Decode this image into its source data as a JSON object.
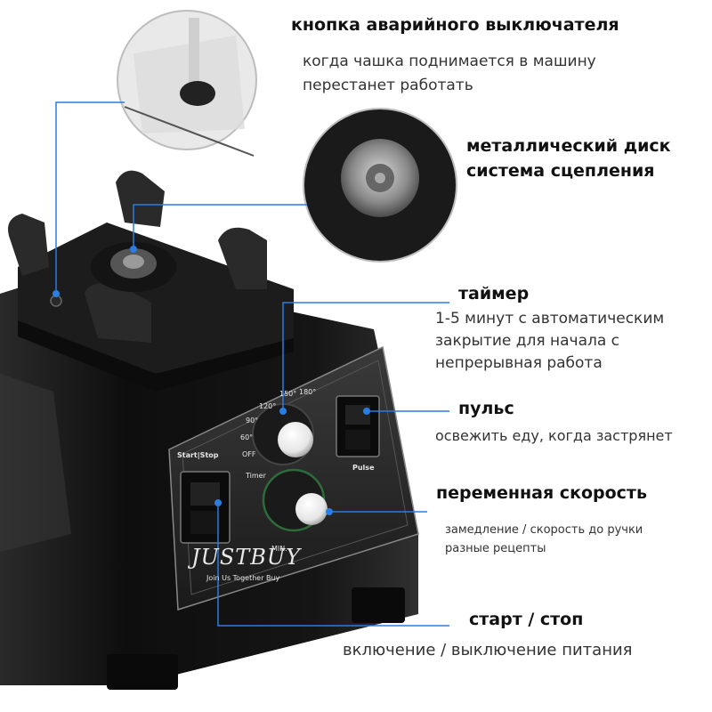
{
  "callouts": {
    "emergency_switch": {
      "title": "кнопка аварийного выключателя",
      "desc_line1": "когда чашка поднимается в машину",
      "desc_line2": "перестанет работать"
    },
    "metal_disc": {
      "title_line1": "металлический диск",
      "title_line2": "система сцепления"
    },
    "timer": {
      "title": "таймер",
      "desc_line1": "1-5 минут с автоматическим",
      "desc_line2": "закрытие для начала с",
      "desc_line3": "непрерывная работа"
    },
    "pulse": {
      "title": "пульс",
      "desc": "освежить еду, когда застрянет"
    },
    "variable_speed": {
      "title": "переменная скорость",
      "desc_line1": "замедление / скорость до ручки",
      "desc_line2": "разные рецепты"
    },
    "start_stop": {
      "title": "старт / стоп",
      "desc": "включение / выключение питания"
    }
  },
  "panel": {
    "brand": "JUSTBUY",
    "tagline": "Join Us Together Buy",
    "start_stop_label": "Start|Stop",
    "pulse_label": "Pulse",
    "timer_label": "Timer",
    "off_label": "OFF",
    "min_label": "MIN.",
    "marks": [
      "60°",
      "90°",
      "120°",
      "150°",
      "180°"
    ]
  },
  "colors": {
    "callout_line": "#2a7de1",
    "blender_body": "#121212",
    "knob": "#f2f2f2"
  }
}
